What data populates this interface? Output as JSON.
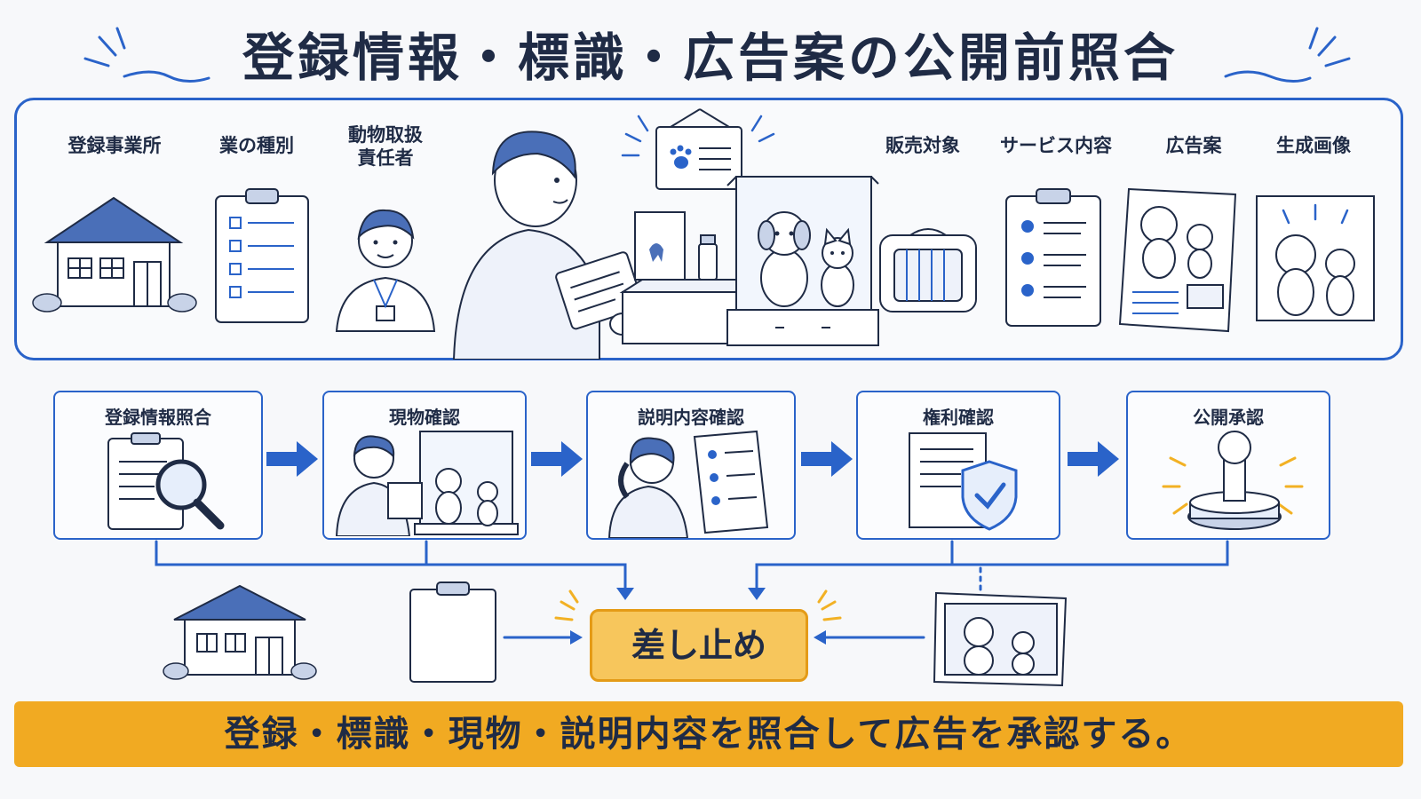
{
  "title": "登録情報・標識・広告案の公開前照合",
  "top_panel": {
    "labels": {
      "office": "登録事業所",
      "business_type": "業の種別",
      "handler": "動物取扱\n責任者",
      "sales_target": "販売対象",
      "service": "サービス内容",
      "ad_draft": "広告案",
      "generated_image": "生成画像"
    }
  },
  "steps": [
    {
      "label": "登録情報照合",
      "icon": "clipboard-magnifier-icon"
    },
    {
      "label": "現物確認",
      "icon": "staff-checking-display-icon"
    },
    {
      "label": "説明内容確認",
      "icon": "staff-reading-document-icon"
    },
    {
      "label": "権利確認",
      "icon": "document-shield-icon"
    },
    {
      "label": "公開承認",
      "icon": "approval-stamp-icon"
    }
  ],
  "stop": {
    "label": "差し止め"
  },
  "banner": {
    "text": "登録・標識・現物・説明内容を照合して広告を承認する。"
  },
  "colors": {
    "blue": "#2a63c9",
    "stop_fill": "#f7c65c",
    "banner": "#f1aa22",
    "ink": "#1f2b45"
  }
}
